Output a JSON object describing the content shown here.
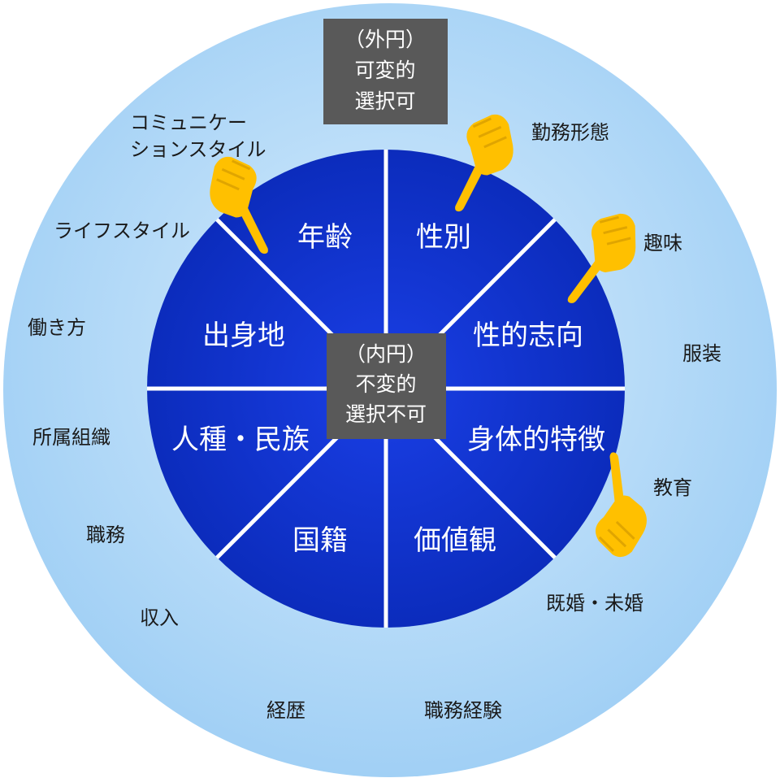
{
  "outer_box": {
    "lines": [
      "（外円）",
      "可変的",
      "選択可"
    ]
  },
  "inner_box": {
    "lines": [
      "（内円）",
      "不変的",
      "選択不可"
    ]
  },
  "inner_segments": [
    {
      "label": "年齢"
    },
    {
      "label": "性別"
    },
    {
      "label": "出身地"
    },
    {
      "label": "性的志向"
    },
    {
      "label": "人種・民族"
    },
    {
      "label": "身体的特徴"
    },
    {
      "label": "国籍"
    },
    {
      "label": "価値観"
    }
  ],
  "outer_items": [
    {
      "label": "コミュニケー"
    },
    {
      "label": "ションスタイル"
    },
    {
      "label": "勤務形態"
    },
    {
      "label": "ライフスタイル"
    },
    {
      "label": "趣味"
    },
    {
      "label": "働き方"
    },
    {
      "label": "服装"
    },
    {
      "label": "所属組織"
    },
    {
      "label": "教育"
    },
    {
      "label": "職務"
    },
    {
      "label": "既婚・未婚"
    },
    {
      "label": "収入"
    },
    {
      "label": "経歴"
    },
    {
      "label": "職務経験"
    }
  ],
  "colors": {
    "outer_circle": "#a9d3f5",
    "inner_circle": "#0a2fd0",
    "label_box": "#595959",
    "pointer": "#ffc000"
  },
  "icons": [
    "pointing-hand-icon"
  ]
}
